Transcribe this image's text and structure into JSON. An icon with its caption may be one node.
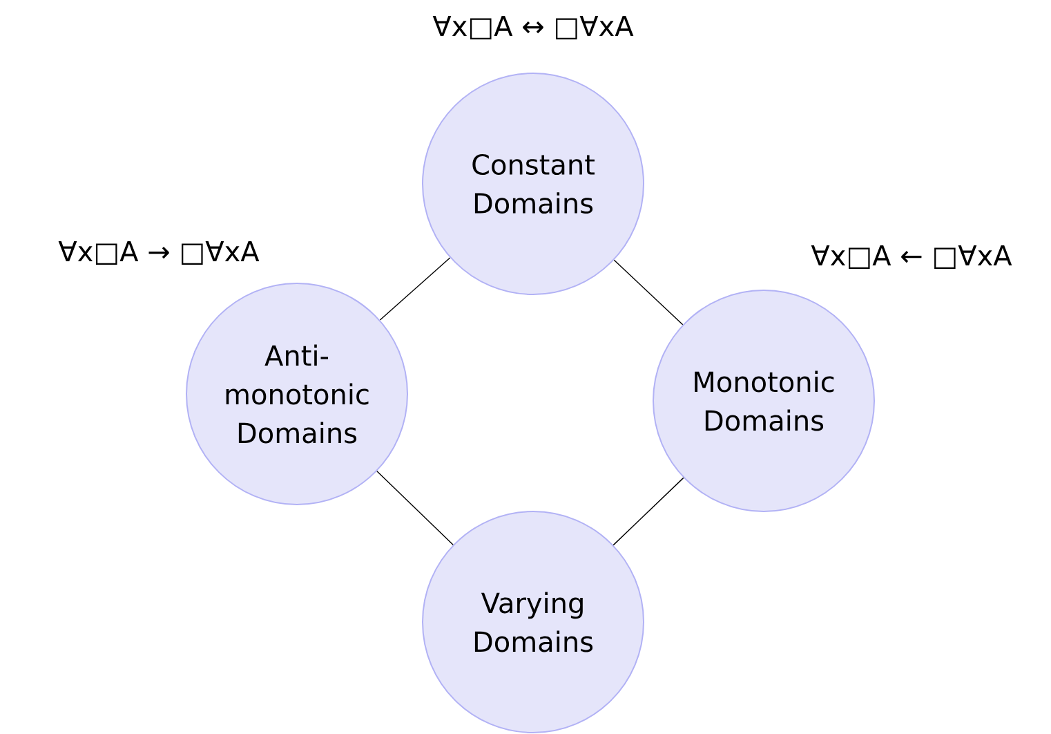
{
  "diagram": {
    "nodes": [
      {
        "text": [
          "Constant Domains"
        ],
        "beside": [
          "∀x□A ↔ □∀xA"
        ]
      },
      {
        "text": [
          "Anti-monotonic Domains"
        ],
        "beside": [
          "∀x□A → □∀xA"
        ]
      },
      {
        "text": [
          "Monotonic Domains"
        ],
        "beside": [
          "∀x□A ← □∀xA"
        ]
      },
      {
        "text": [
          "Varying Domains"
        ]
      }
    ],
    "edges": [
      {
        "from": 0,
        "to": 1,
        "arrow": "none"
      },
      {
        "from": 0,
        "to": 2,
        "arrow": "none"
      },
      {
        "from": 1,
        "to": 3,
        "arrow": "none"
      },
      {
        "from": 2,
        "to": 3,
        "arrow": "none"
      }
    ]
  }
}
